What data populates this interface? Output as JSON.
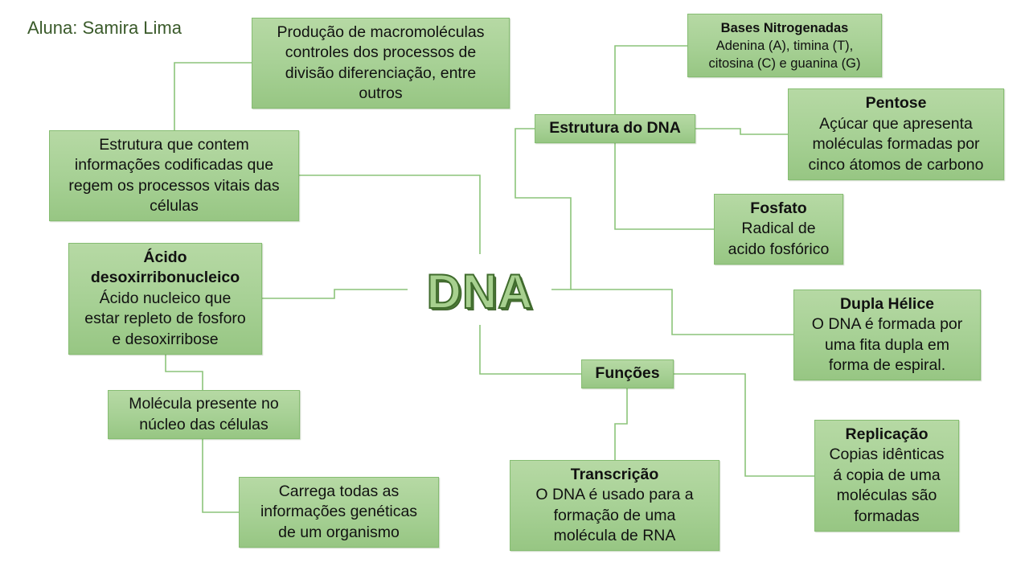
{
  "author": "Aluna: Samira Lima",
  "central": {
    "label": "DNA"
  },
  "colors": {
    "box_top": "#b6d9a4",
    "box_bottom": "#97c683",
    "border": "#86bd72",
    "line": "#8cc47a",
    "hub_fill": "#a7d08f",
    "hub_stroke": "#3f6b2c"
  },
  "nodes": {
    "producao": {
      "title": "",
      "text": "Produção de macromoléculas\ncontroles dos processos de\ndivisão diferenciação, entre\noutros"
    },
    "estrutura_info": {
      "title": "",
      "text": "Estrutura que contem\ninformações codificadas que\nregem os processos vitais das\ncélulas"
    },
    "acido": {
      "title": "Ácido\ndesoxirribonucleico",
      "text": "Ácido nucleico que\nestar repleto de fosforo\ne desoxirribose"
    },
    "molecula": {
      "title": "",
      "text": "Molécula presente no\nnúcleo das células"
    },
    "carrega": {
      "title": "",
      "text": "Carrega todas as\ninformações genéticas\nde um organismo"
    },
    "estrutura_dna": {
      "title": "Estrutura do DNA",
      "text": ""
    },
    "bases": {
      "title": "Bases Nitrogenadas",
      "text": "Adenina (A), timina (T),\ncitosina (C) e guanina (G)"
    },
    "pentose": {
      "title": "Pentose",
      "text": "Açúcar que apresenta\nmoléculas formadas por\ncinco átomos de carbono"
    },
    "fosfato": {
      "title": "Fosfato",
      "text": "Radical de\nacido fosfórico"
    },
    "dupla": {
      "title": "Dupla Hélice",
      "text": "O DNA é formada por\numa fita dupla  em\nforma de espiral."
    },
    "funcoes": {
      "title": "Funções",
      "text": ""
    },
    "transcricao": {
      "title": "Transcrição",
      "text": "O DNA é usado para a\nformação de uma\nmolécula de RNA"
    },
    "replicacao": {
      "title": "Replicação",
      "text": "Copias idênticas\ná  copia de uma\nmoléculas são\nformadas"
    }
  }
}
